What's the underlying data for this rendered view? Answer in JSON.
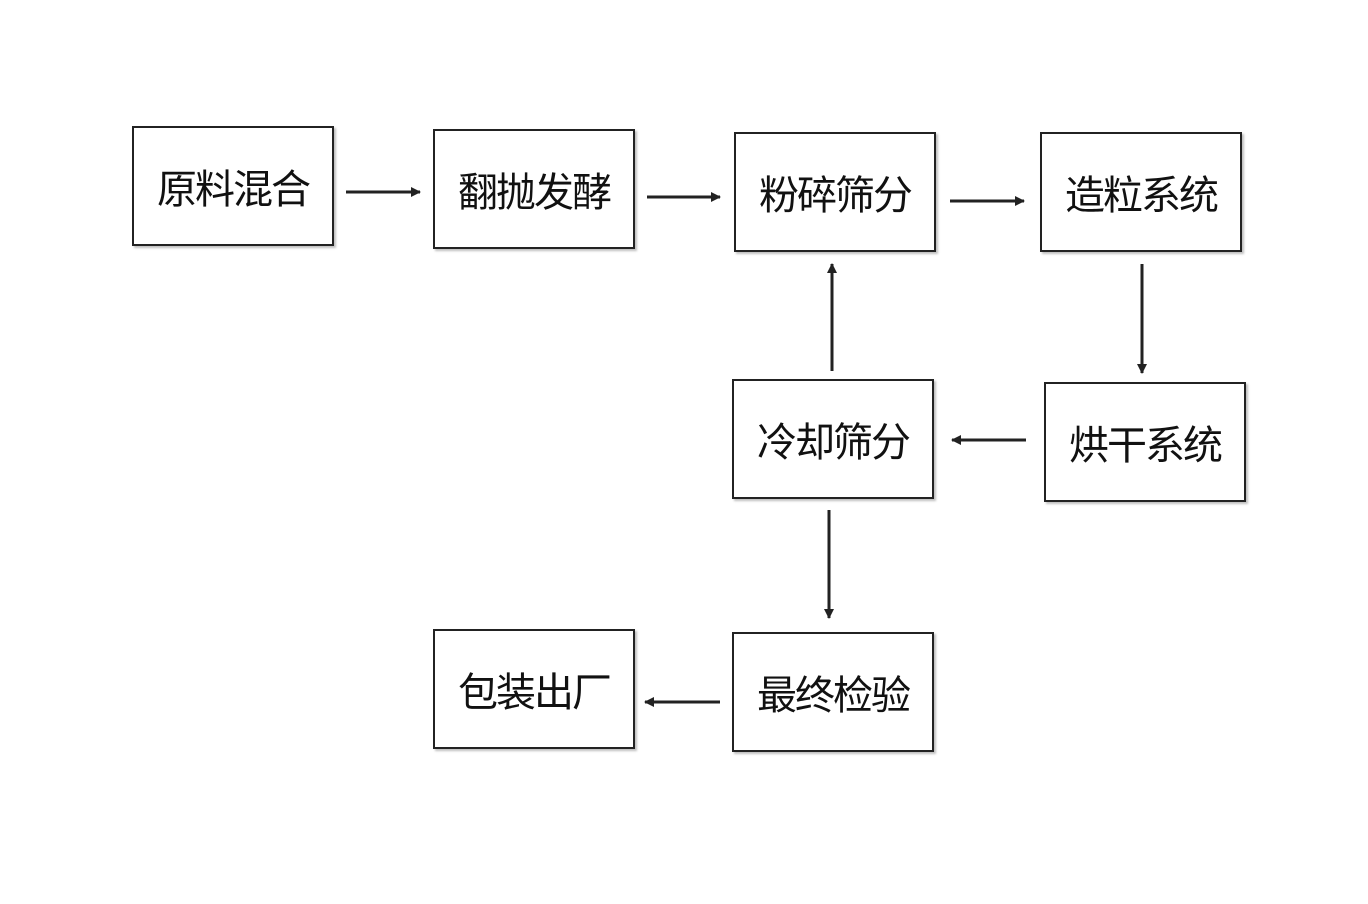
{
  "steps": [
    {
      "id": "s1",
      "label": "原料混合"
    },
    {
      "id": "s2",
      "label": "翻抛发酵"
    },
    {
      "id": "s3",
      "label": "粉碎筛分"
    },
    {
      "id": "s4",
      "label": "造粒系统"
    },
    {
      "id": "s5",
      "label": "烘干系统"
    },
    {
      "id": "s6",
      "label": "冷却筛分"
    },
    {
      "id": "s7",
      "label": "最终检验"
    },
    {
      "id": "s8",
      "label": "包装出厂"
    }
  ],
  "flow": [
    {
      "from": "原料混合",
      "to": "翻抛发酵"
    },
    {
      "from": "翻抛发酵",
      "to": "粉碎筛分"
    },
    {
      "from": "粉碎筛分",
      "to": "造粒系统"
    },
    {
      "from": "造粒系统",
      "to": "烘干系统"
    },
    {
      "from": "烘干系统",
      "to": "冷却筛分"
    },
    {
      "from": "冷却筛分",
      "to": "粉碎筛分"
    },
    {
      "from": "冷却筛分",
      "to": "最终检验"
    },
    {
      "from": "最终检验",
      "to": "包装出厂"
    }
  ],
  "colors": {
    "border": "#222222",
    "arrow": "#222222",
    "background": "#ffffff"
  }
}
